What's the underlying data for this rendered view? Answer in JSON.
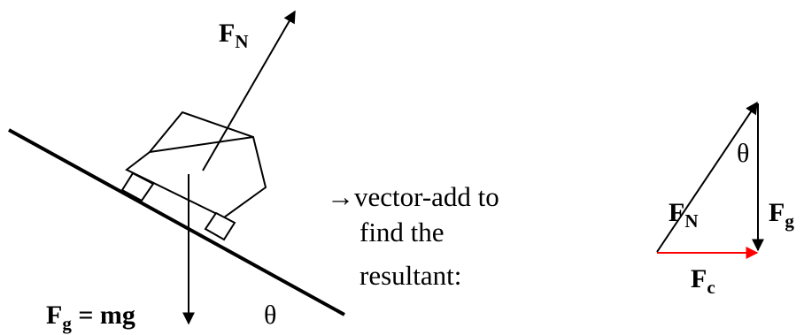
{
  "free_body_diagram": {
    "normal_force": {
      "symbol": "F",
      "subscript": "N"
    },
    "gravity": {
      "symbol": "F",
      "subscript": "g",
      "equation": " = mg"
    },
    "angle": "θ"
  },
  "caption": {
    "arrow": "→",
    "line1": "vector-add to",
    "line2": "find the",
    "line3": "resultant:"
  },
  "vector_triangle": {
    "normal_force": {
      "symbol": "F",
      "subscript": "N"
    },
    "gravity": {
      "symbol": "F",
      "subscript": "g"
    },
    "resultant": {
      "symbol": "F",
      "subscript": "c"
    },
    "angle": "θ"
  },
  "colors": {
    "resultant": "#ff0000",
    "lines": "#000000"
  }
}
